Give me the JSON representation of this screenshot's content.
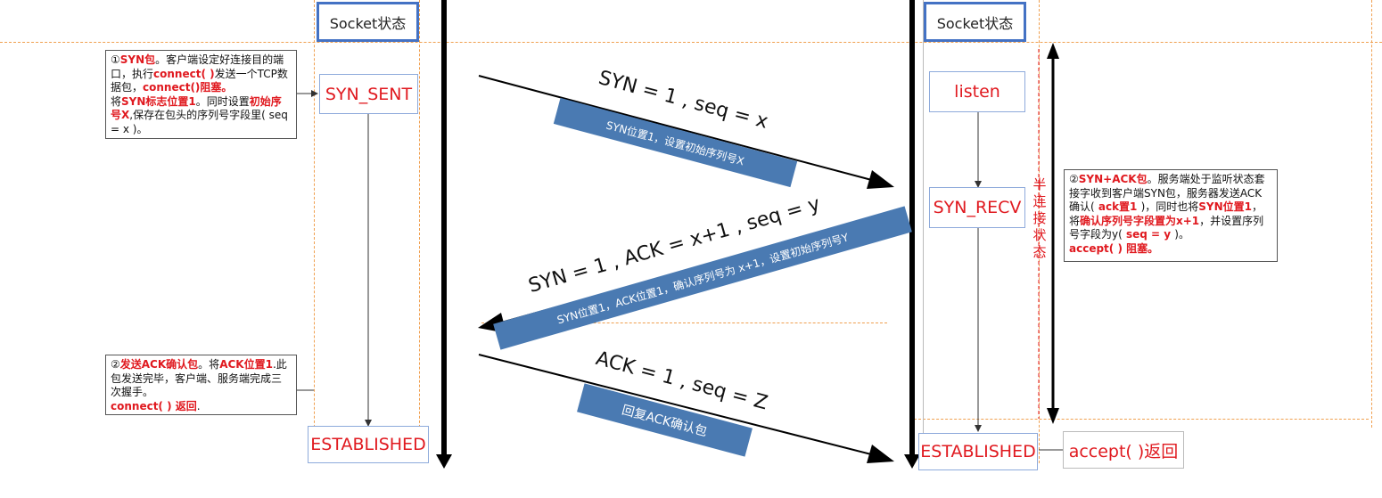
{
  "headers": {
    "client": "Socket状态",
    "server": "Socket状态"
  },
  "client_states": {
    "syn_sent": "SYN_SENT",
    "established": "ESTABLISHED"
  },
  "server_states": {
    "listen": "listen",
    "syn_recv": "SYN_RECV",
    "established": "ESTABLISHED",
    "accept_return": "accept( )返回"
  },
  "half_state_label": [
    "半",
    "连",
    "接",
    "状",
    "态"
  ],
  "messages": {
    "syn": {
      "label": "SYN = 1 , seq = x",
      "ribbon": "SYN位置1，设置初始序列号X"
    },
    "synack": {
      "label": "SYN = 1 , ACK = x+1 , seq = y",
      "ribbon": "SYN位置1，ACK位置1，确认序列号为 x+1，设置初始序列号Y"
    },
    "ack": {
      "label": "ACK = 1 , seq = Z",
      "ribbon": "回复ACK确认包"
    }
  },
  "notes": {
    "client1": {
      "p1": "①",
      "p2": "SYN包",
      "p3": "。客户端设定好连接目的端口，执行",
      "p4": "connect( )",
      "p5": "发送一个TCP数据包，",
      "p6": "connect()阻塞。",
      "p7": "将",
      "p8": "SYN标志位置1",
      "p9": "。同时设置",
      "p10": "初始序号X",
      "p11": ",保存在包头的序列号字段里( seq = x )。"
    },
    "client2": {
      "p1": "②",
      "p2": "发送ACK确认包",
      "p3": "。将",
      "p4": "ACK位置1",
      "p5": ".此包发送完毕，客户端、服务端完成三次握手。",
      "p6": "connect( ) 返回",
      "p7": "."
    },
    "server": {
      "p1": "②",
      "p2": "SYN+ACK包",
      "p3": "。服务端处于监听状态套接字收到客户端SYN包，服务器发送ACK确认(",
      "p4": " ack置1 ",
      "p5": ")，同时也将",
      "p6": "SYN位置1",
      "p7": "，将",
      "p8": "确认序列号字段置为x+1",
      "p9": "，并设置序列号字段为y(",
      "p10": " seq = y ",
      "p11": ")。",
      "p12": "accept( ) 阻塞。"
    }
  }
}
